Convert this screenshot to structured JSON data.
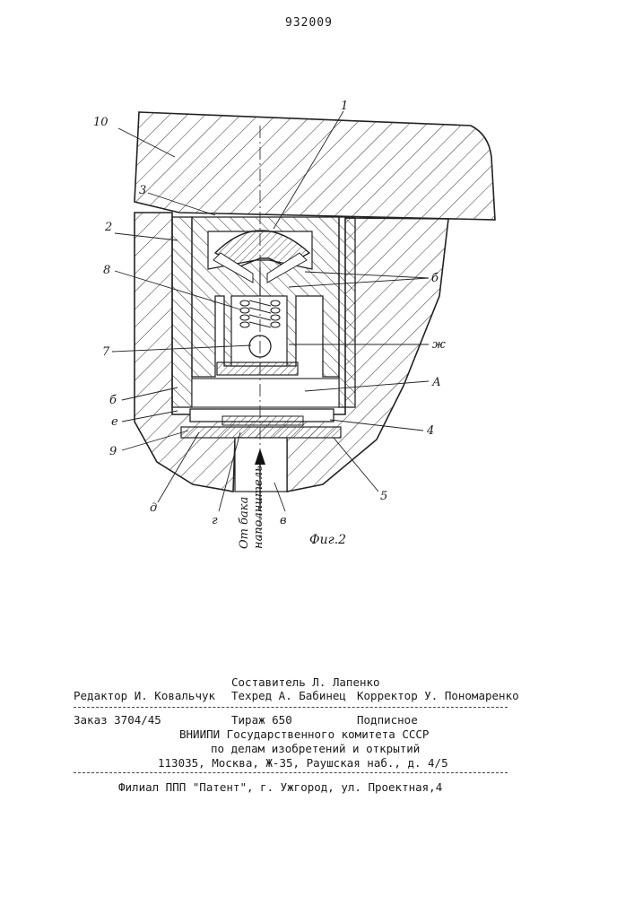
{
  "patent_number": "932009",
  "figure": {
    "caption": "Фиг.2",
    "flow_label": [
      "От бака",
      "наполнитель"
    ],
    "labels": {
      "l1": "1",
      "l2": "2",
      "l3": "3",
      "l4": "4",
      "l5": "5",
      "l7": "7",
      "l8": "8",
      "l9": "9",
      "l10": "10",
      "b_top": "б",
      "b_left": "б",
      "zh": "ж",
      "A": "А",
      "e": "е",
      "d": "д",
      "g": "г",
      "v": "в"
    }
  },
  "footer": {
    "compiler": "Составитель Л. Лапенко",
    "editor": "Редактор И. Ковальчук",
    "techred": "Техред А. Бабинец",
    "corrector": "Корректор У. Пономаренко",
    "order": "Заказ 3704/45",
    "circulation": "Тираж 650",
    "subscription": "Подписное",
    "org1": "ВНИИПИ Государственного комитета СССР",
    "org2": "по делам изобретений и открытий",
    "address": "113035, Москва, Ж-35, Раушская наб., д. 4/5",
    "branch": "Филиал ППП \"Патент\", г. Ужгород, ул. Проектная,4"
  }
}
